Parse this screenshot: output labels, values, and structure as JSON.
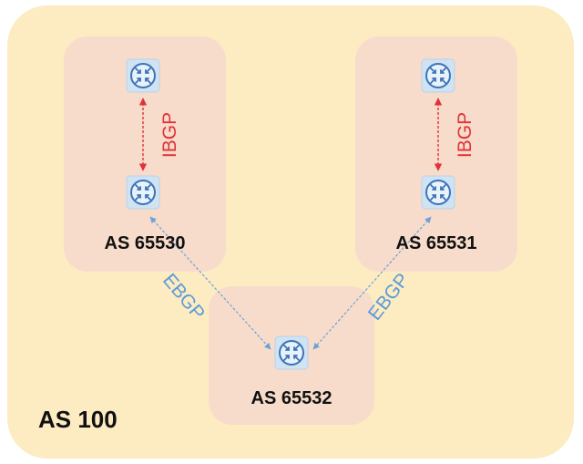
{
  "diagram": {
    "outer_label": "AS 100",
    "systems": [
      {
        "label": "AS 65530"
      },
      {
        "label": "AS 65531"
      },
      {
        "label": "AS 65532"
      }
    ],
    "links": [
      {
        "label": "IBGP",
        "color": "#e0323a"
      },
      {
        "label": "IBGP",
        "color": "#e0323a"
      },
      {
        "label": "EBGP",
        "color": "#5c9bd6"
      },
      {
        "label": "EBGP",
        "color": "#5c9bd6"
      }
    ],
    "icons": {
      "router": "router-icon"
    },
    "colors": {
      "outer_fill": "#fdebc2",
      "sub_fill": "#f8dccb",
      "router_blue": "#3d74b8"
    }
  }
}
